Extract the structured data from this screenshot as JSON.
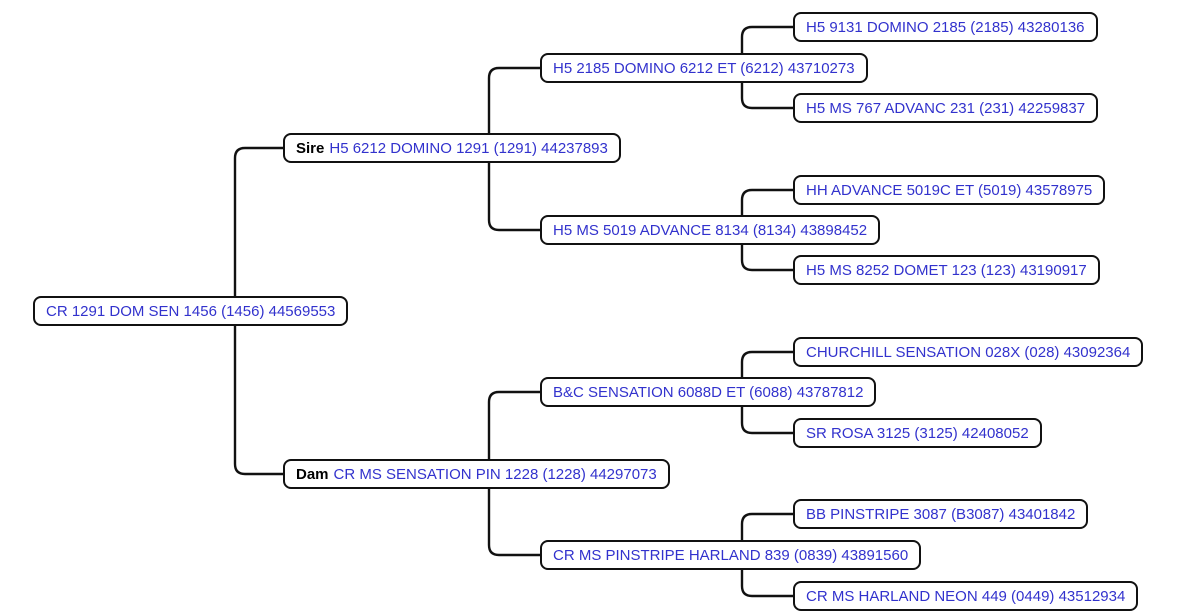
{
  "colors": {
    "background": "#ffffff",
    "node_text": "#3232cd",
    "node_border": "#111111",
    "relation_text": "#000000",
    "connector": "#111111"
  },
  "pedigree": {
    "root": {
      "label": "CR 1291 DOM SEN 1456 (1456) 44569553"
    },
    "sire": {
      "prefix": "Sire",
      "label": "H5 6212 DOMINO 1291 (1291) 44237893"
    },
    "dam": {
      "prefix": "Dam",
      "label": "CR MS SENSATION PIN 1228 (1228) 44297073"
    },
    "sire_sire": {
      "label": "H5 2185 DOMINO 6212 ET (6212) 43710273"
    },
    "sire_dam": {
      "label": "H5 MS 5019 ADVANCE 8134 (8134) 43898452"
    },
    "dam_sire": {
      "label": "B&C SENSATION 6088D ET (6088) 43787812"
    },
    "dam_dam": {
      "label": "CR MS PINSTRIPE HARLAND 839 (0839) 43891560"
    },
    "sire_sire_sire": {
      "label": "H5 9131 DOMINO 2185 (2185) 43280136"
    },
    "sire_sire_dam": {
      "label": "H5 MS 767 ADVANC 231 (231) 42259837"
    },
    "sire_dam_sire": {
      "label": "HH ADVANCE 5019C ET (5019) 43578975"
    },
    "sire_dam_dam": {
      "label": "H5 MS 8252 DOMET 123 (123) 43190917"
    },
    "dam_sire_sire": {
      "label": "CHURCHILL SENSATION 028X (028) 43092364"
    },
    "dam_sire_dam": {
      "label": "SR ROSA 3125 (3125) 42408052"
    },
    "dam_dam_sire": {
      "label": "BB PINSTRIPE 3087 (B3087) 43401842"
    },
    "dam_dam_dam": {
      "label": "CR MS HARLAND NEON 449 (0449) 43512934"
    }
  }
}
